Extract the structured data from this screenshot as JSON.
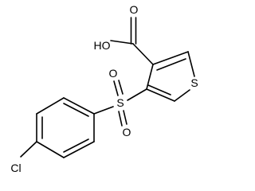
{
  "structure": {
    "atoms": {
      "hydroxyl": "HO",
      "carbonyl_oxygen": "O",
      "thiophene_sulfur": "S",
      "sulfonyl_sulfur": "S",
      "sulfonyl_oxygen_upper": "O",
      "sulfonyl_oxygen_lower": "O",
      "chlorine": "Cl"
    }
  }
}
